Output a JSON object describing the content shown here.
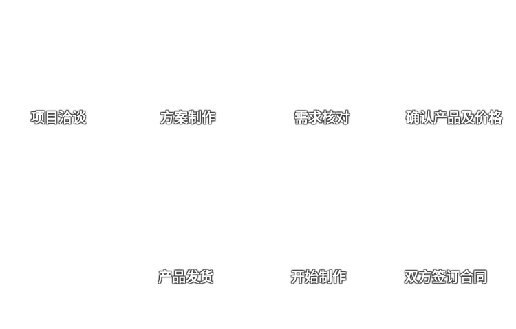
{
  "diagram": {
    "type": "process-flow",
    "background_color": "#ffffff",
    "label_text_color": "#ffffff",
    "label_outline_color": "#373737",
    "steps_top": [
      {
        "label": "项目洽谈"
      },
      {
        "label": "方案制作"
      },
      {
        "label": "需求核对"
      },
      {
        "label": "确认产品及价格"
      }
    ],
    "steps_bottom": [
      {
        "label": "产品发货"
      },
      {
        "label": "开始制作"
      },
      {
        "label": "双方签订合同"
      }
    ]
  }
}
